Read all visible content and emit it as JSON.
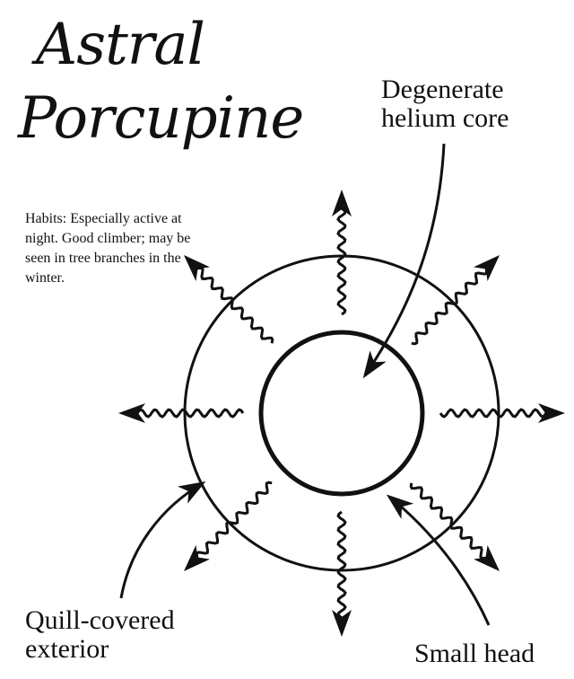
{
  "title": {
    "line1": "Astral",
    "line2": "Porcupine"
  },
  "habits": "Habits: Especially active at night. Good climber; may be seen in tree branches in the winter.",
  "labels": {
    "core": {
      "line1": "Degenerate",
      "line2": "helium core"
    },
    "exterior": {
      "line1": "Quill-covered",
      "line2": "exterior"
    },
    "head": "Small head"
  },
  "colors": {
    "ink": "#111111",
    "background": "#ffffff"
  }
}
